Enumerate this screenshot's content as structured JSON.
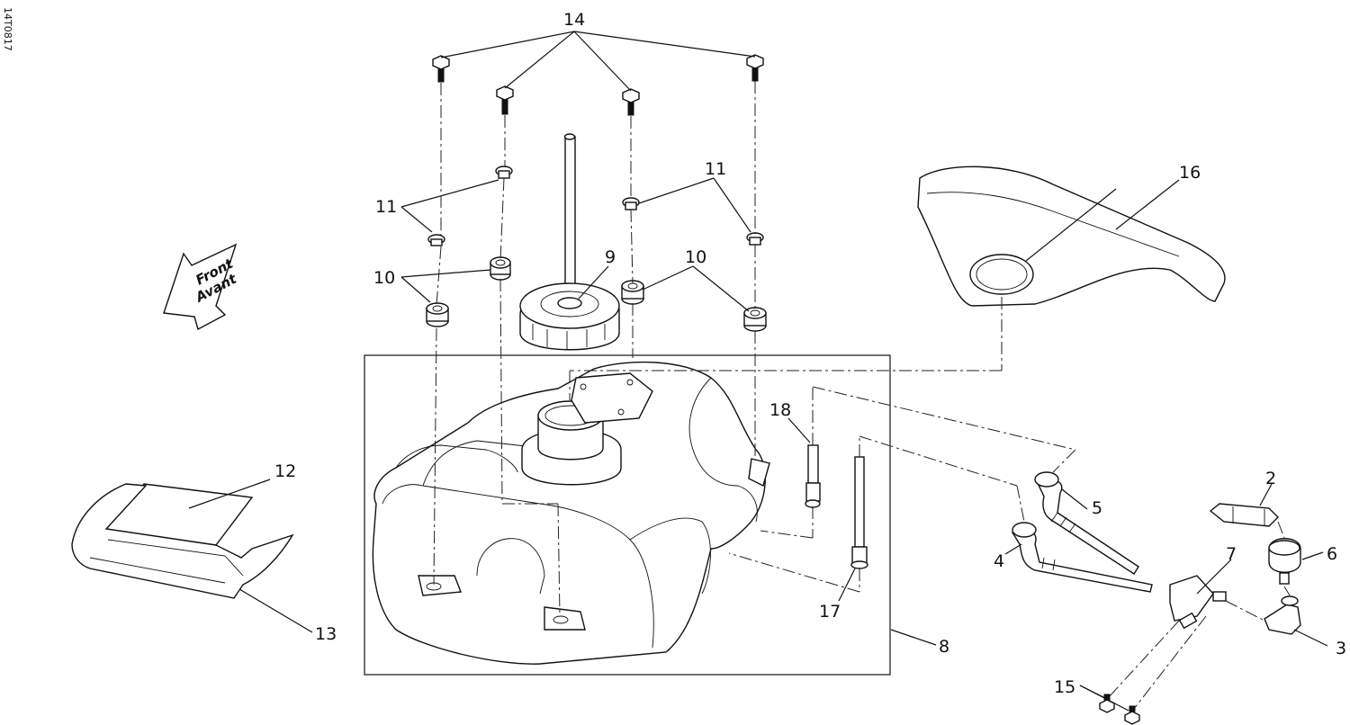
{
  "diagram_code": "14T0817",
  "front_arrow": {
    "line1": "Front",
    "line2": "Avant"
  },
  "callouts": {
    "c1": "2",
    "c2": "3",
    "c3": "4",
    "c4": "5",
    "c5": "6",
    "c6": "7",
    "c7": "8",
    "c8": "9",
    "c9": "10",
    "c10": "10",
    "c11": "11",
    "c12": "11",
    "c13": "12",
    "c14": "13",
    "c15": "14",
    "c16": "15",
    "c17": "16",
    "c18": "17",
    "c19": "18"
  }
}
